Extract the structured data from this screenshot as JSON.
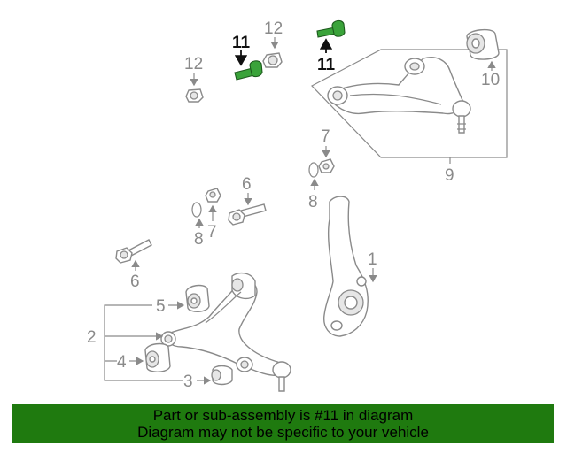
{
  "diagram": {
    "callouts": {
      "c1": "1",
      "c2": "2",
      "c3": "3",
      "c4": "4",
      "c5": "5",
      "c6a": "6",
      "c6b": "6",
      "c7a": "7",
      "c7b": "7",
      "c8a": "8",
      "c8b": "8",
      "c9": "9",
      "c10": "10",
      "c11a": "11",
      "c11b": "11",
      "c12a": "12",
      "c12b": "12"
    },
    "highlight_color": "#3aa33a"
  },
  "footer": {
    "line1": "Part or sub-assembly is #11 in diagram",
    "line2": "Diagram may not be specific to your vehicle",
    "background": "#1f7a0f"
  }
}
